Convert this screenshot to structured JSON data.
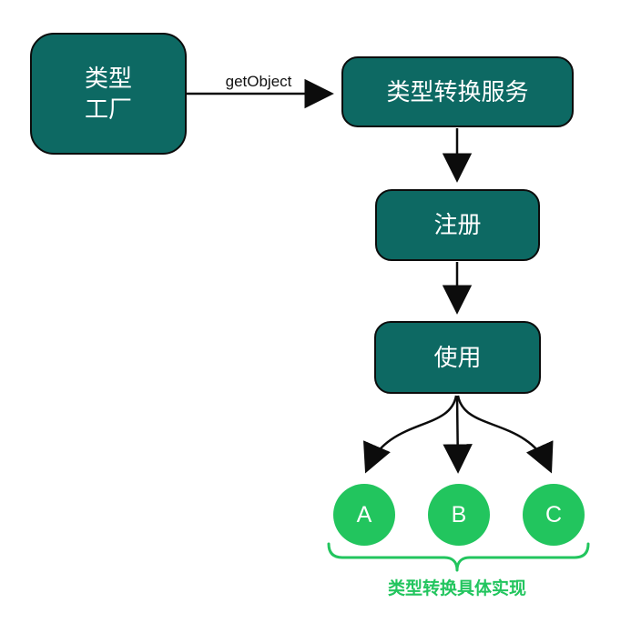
{
  "diagram": {
    "title": "type-conversion-service-flowchart",
    "nodes": {
      "factory": {
        "label": "类型\n工厂"
      },
      "service": {
        "label": "类型转换服务"
      },
      "register": {
        "label": "注册"
      },
      "use": {
        "label": "使用"
      }
    },
    "edges": {
      "get_object_label": "getObject"
    },
    "implementations": {
      "items": [
        {
          "label": "A"
        },
        {
          "label": "B"
        },
        {
          "label": "C"
        }
      ],
      "caption": "类型转换具体实现"
    }
  },
  "colors": {
    "node_fill": "#0d6963",
    "node_stroke": "#0c0c0c",
    "node_text": "#ffffff",
    "arrow": "#0c0c0c",
    "impl_fill": "#22c55e"
  }
}
